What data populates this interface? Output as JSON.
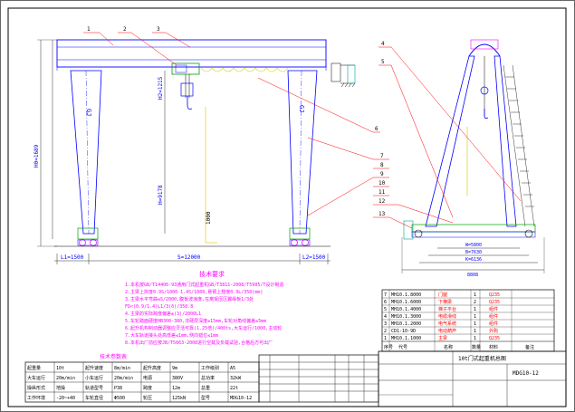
{
  "colors": {
    "frame": "#000000",
    "structure": "#0000ff",
    "leader": "#ff0000",
    "yellow": "#d9c400",
    "magenta": "#ff00ff",
    "green": "#00a000",
    "cyan": "#00a0a0",
    "brown": "#8b4513",
    "text": "#000000"
  },
  "front_view": {
    "callouts": [
      "1",
      "2",
      "3"
    ],
    "dims": {
      "span": "S=12000",
      "left_cant": "L1=1500",
      "right_cant": "L2=1500",
      "total_h": "H0=1689",
      "lift_h": "H=9178",
      "hook_h": "H2=1215",
      "rail": "1000"
    }
  },
  "side_view": {
    "callouts": [
      "4",
      "5",
      "6",
      "7",
      "8",
      "9",
      "10",
      "11",
      "12",
      "13"
    ],
    "dims": {
      "wheelbase": "W=5800",
      "b": "B=7630",
      "k": "K=6136",
      "overall": "8808"
    }
  },
  "notes": {
    "title": "技术要求",
    "lines": [
      "1.本机按GB/T14406-93通用门式起重机GB/T3811-2008/T5905/T设计制造",
      "2.主梁上拱度0.9S/1000-1.4S/1000,悬臂上翘度0.9L/350(mm)",
      "3.主梁水平弯曲≤S/2000,腹板波浪度,在离受压区翼缘板1/3处",
      "FD<(0.9/1.4)L1/3(δ)/350.8",
      "4.主梁的实际跨度偏差±(3)/2000L1",
      "5.车轮踏面硬度HB300-380,淬硬层深度≥15mm,车轮对角线偏差≤5mm",
      "6.起升机构制动器调整应灵活可靠(1.25倍)/400ts,大车运行/1000,主动轮",
      "7.大车轨道接头处高低差≤1mm,侧向错位≤1mm",
      "8.本机出厂前应按JB/T5663-2008进行空载及负载试验,合格后方可出厂"
    ]
  },
  "param_table": {
    "title": "技术参数表",
    "rows": [
      [
        "起重量",
        "10t",
        "起升速度",
        "8m/min",
        "起升高度",
        "9m",
        "工作级别",
        "A5"
      ],
      [
        "大车运行",
        "20m/min",
        "小车运行",
        "20m/min",
        "电源",
        "380V",
        "总功率",
        "32kW"
      ],
      [
        "操纵形式",
        "地操",
        "轨道型号",
        "P38",
        "跨度",
        "12m",
        "总重",
        "22t"
      ],
      [
        "工作环境",
        "-20~+40",
        "车轮直径",
        "Φ500",
        "轮压",
        "125kN",
        "型号",
        "MDG10-12"
      ]
    ]
  },
  "parts_list": {
    "rows": [
      [
        "7",
        "MH10.1.8000",
        "门腿",
        "1",
        "Q235"
      ],
      [
        "6",
        "MH10.1.6000",
        "下横梁",
        "2",
        "Q235"
      ],
      [
        "5",
        "MH10.1.4000",
        "梯子平台",
        "1",
        "组件"
      ],
      [
        "4",
        "MH10.1.3000",
        "电缆滑线",
        "1",
        "组件"
      ],
      [
        "3",
        "MH10.1.2000",
        "电气系统",
        "1",
        "组件"
      ],
      [
        "2",
        "CD1-10-9D",
        "电动葫芦",
        "1",
        "外购"
      ],
      [
        "1",
        "MH10.1.1000",
        "主梁",
        "1",
        "Q235"
      ]
    ],
    "header": [
      "序号",
      "代号",
      "名称",
      "数量",
      "材料",
      "备注"
    ]
  },
  "title_block": {
    "name": "10t门式起重机总图",
    "drawing_no": "MDG10-12"
  }
}
